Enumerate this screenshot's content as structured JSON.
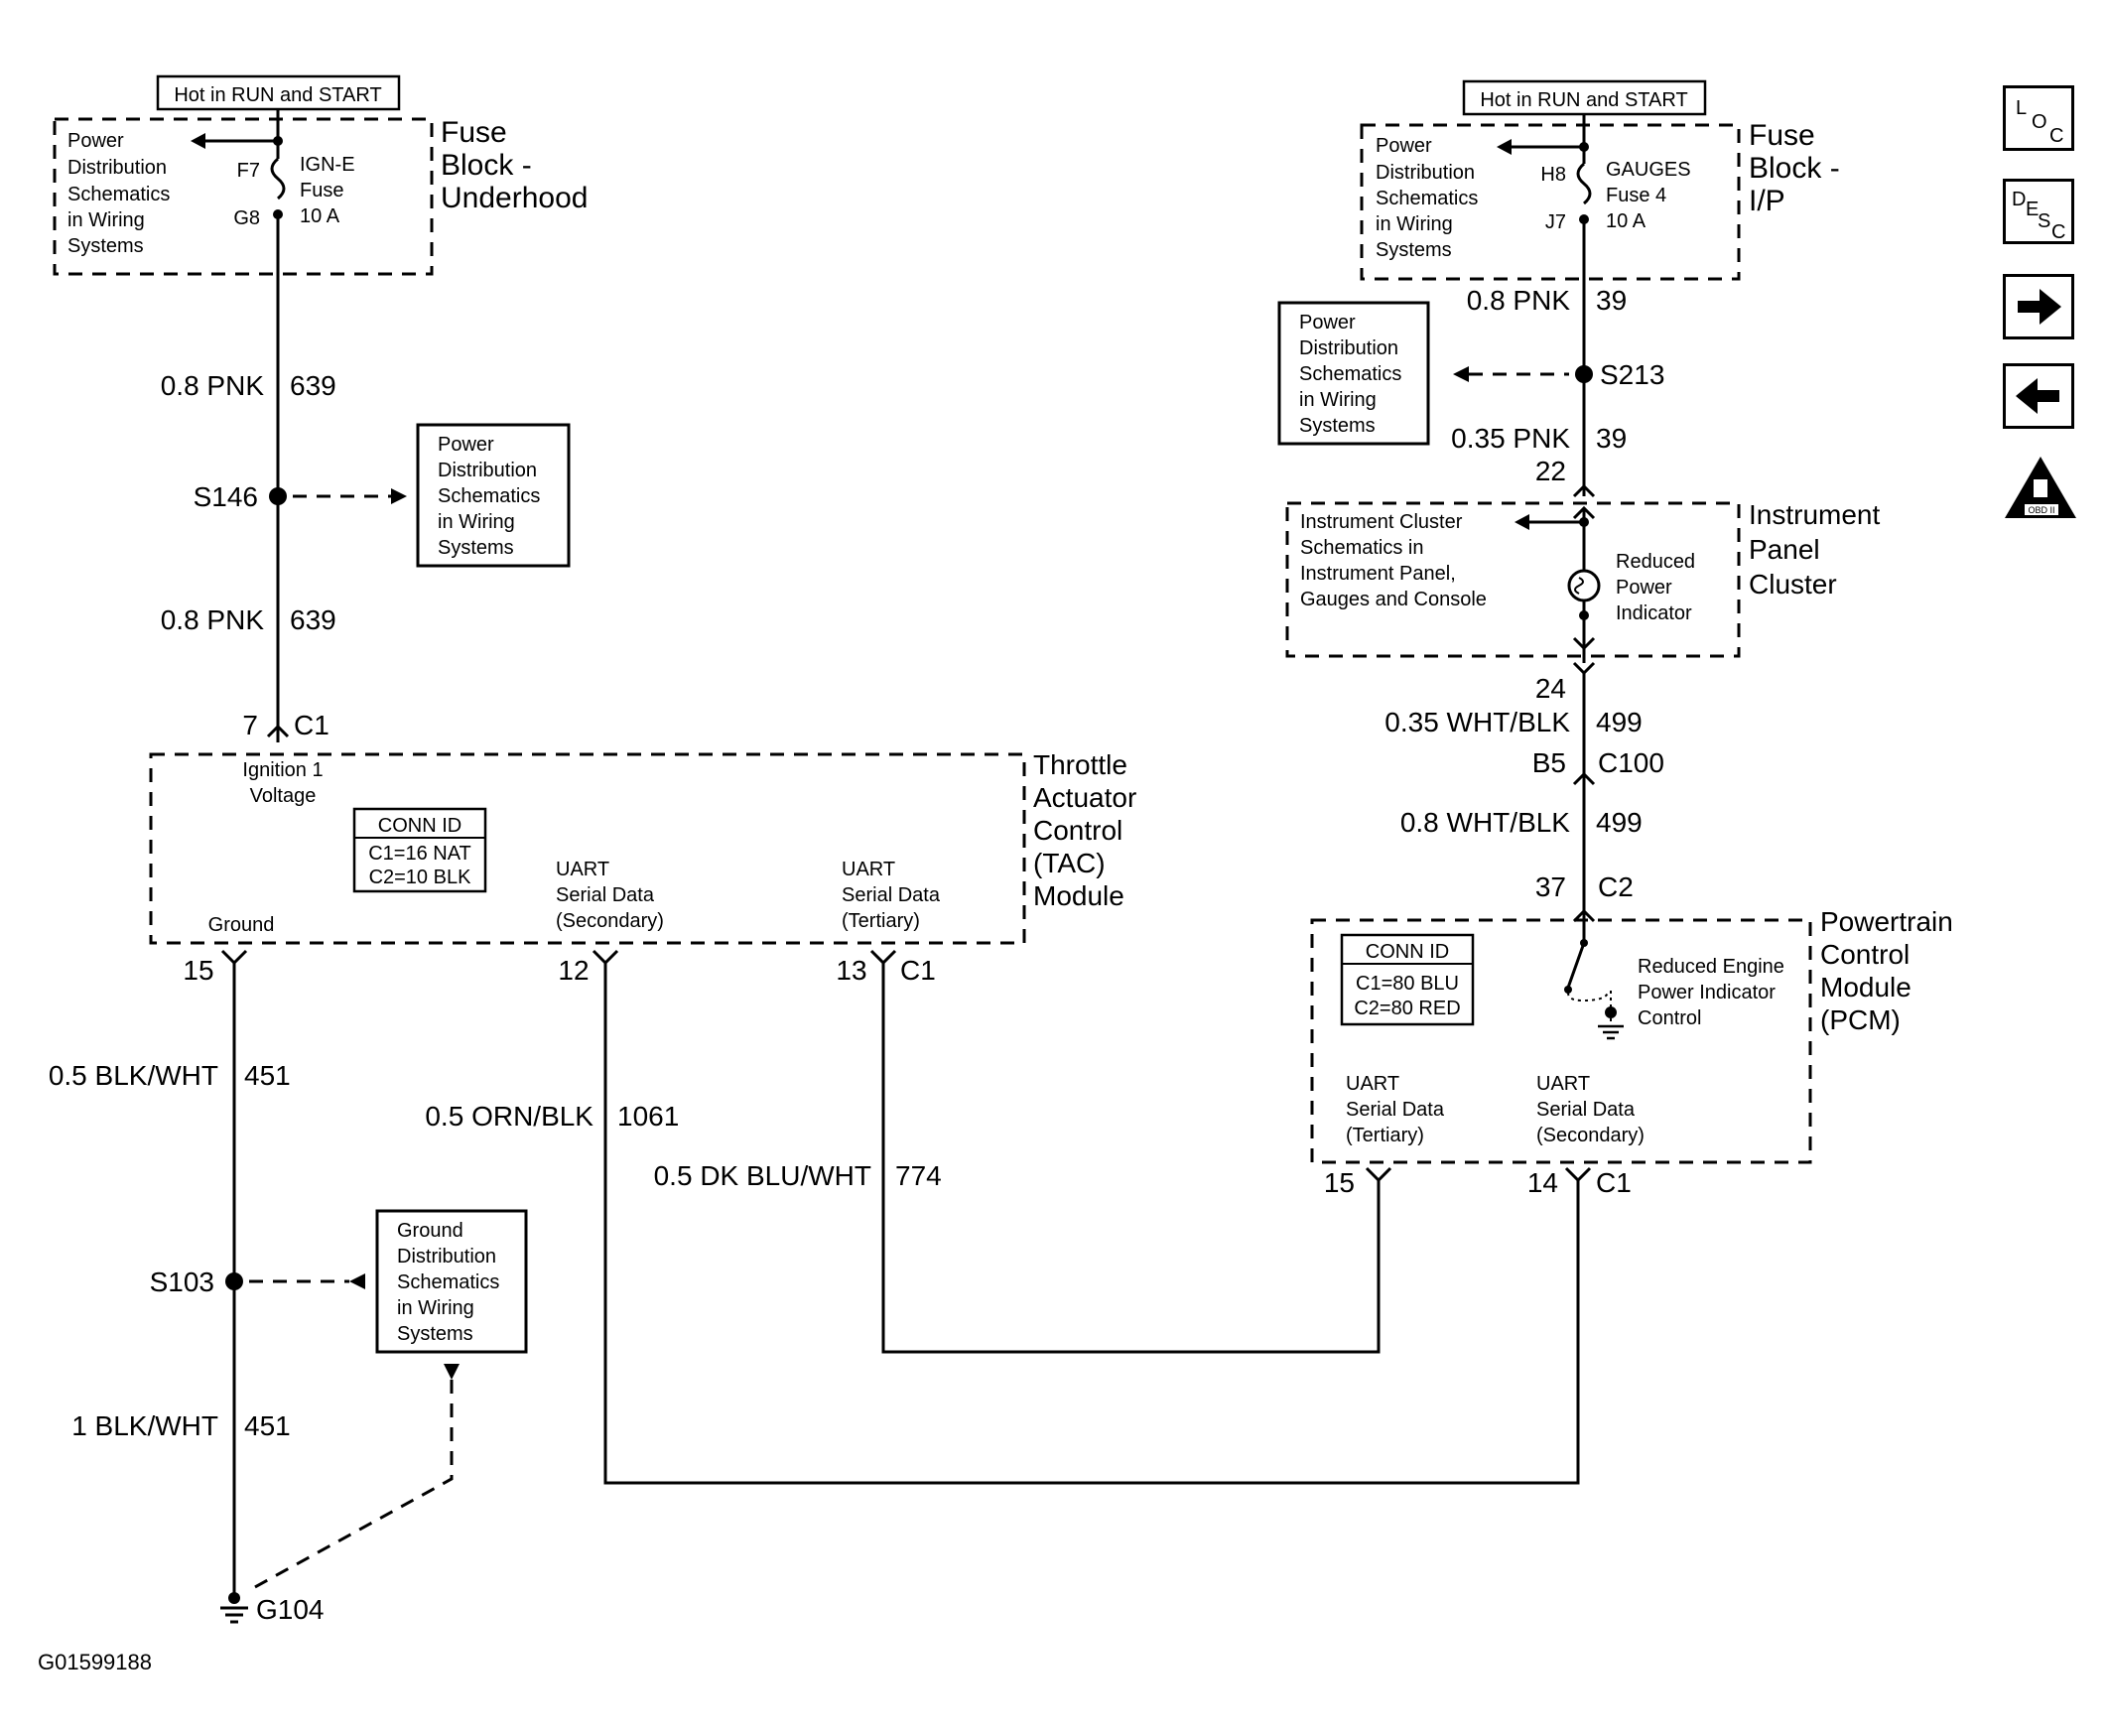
{
  "fuse_block_underhood": {
    "hot_label": "Hot in RUN and START",
    "power_ref": [
      "Power",
      "Distribution",
      "Schematics",
      "in Wiring",
      "Systems"
    ],
    "pin_in": "F7",
    "pin_out": "G8",
    "fuse_label": [
      "IGN-E",
      "Fuse",
      "10 A"
    ],
    "title": [
      "Fuse",
      "Block -",
      "Underhood"
    ]
  },
  "tac_side": {
    "wire_639a": {
      "gauge": "0.8 PNK",
      "circuit": "639"
    },
    "splice_s146": "S146",
    "power_ref_box": [
      "Power",
      "Distribution",
      "Schematics",
      "in Wiring",
      "Systems"
    ],
    "wire_639b": {
      "gauge": "0.8 PNK",
      "circuit": "639"
    },
    "conn_top": {
      "pin": "7",
      "conn": "C1"
    }
  },
  "tac_module": {
    "title": [
      "Throttle",
      "Actuator",
      "Control",
      "(TAC)",
      "Module"
    ],
    "ignition_label": [
      "Ignition 1",
      "Voltage"
    ],
    "conn_id": {
      "header": "CONN ID",
      "c1": "C1=16 NAT",
      "c2": "C2=10 BLK"
    },
    "ground_label": "Ground",
    "uart_secondary": [
      "UART",
      "Serial Data",
      "(Secondary)"
    ],
    "uart_tertiary": [
      "UART",
      "Serial Data",
      "(Tertiary)"
    ],
    "pin_ground": "15",
    "pin_secondary": "12",
    "pin_tertiary": "13",
    "conn_bottom": "C1"
  },
  "ground_side": {
    "wire_451a": {
      "gauge": "0.5 BLK/WHT",
      "circuit": "451"
    },
    "splice_s103": "S103",
    "ground_ref_box": [
      "Ground",
      "Distribution",
      "Schematics",
      "in Wiring",
      "Systems"
    ],
    "wire_451b": {
      "gauge": "1 BLK/WHT",
      "circuit": "451"
    },
    "ground_g104": "G104"
  },
  "data_wires": {
    "wire_1061": {
      "gauge": "0.5 ORN/BLK",
      "circuit": "1061"
    },
    "wire_774": {
      "gauge": "0.5 DK BLU/WHT",
      "circuit": "774"
    }
  },
  "fuse_block_ip": {
    "hot_label": "Hot in RUN and START",
    "power_ref": [
      "Power",
      "Distribution",
      "Schematics",
      "in Wiring",
      "Systems"
    ],
    "pin_in": "H8",
    "pin_out": "J7",
    "fuse_label": [
      "GAUGES",
      "Fuse 4",
      "10 A"
    ],
    "title": [
      "Fuse",
      "Block -",
      "I/P"
    ]
  },
  "ip_side": {
    "wire_39a": {
      "gauge": "0.8 PNK",
      "circuit": "39"
    },
    "splice_s213": "S213",
    "power_ref_box": [
      "Power",
      "Distribution",
      "Schematics",
      "in Wiring",
      "Systems"
    ],
    "wire_39b": {
      "gauge": "0.35 PNK",
      "circuit": "39"
    },
    "pin_22": "22"
  },
  "cluster": {
    "title": [
      "Instrument",
      "Panel",
      "Cluster"
    ],
    "ref": [
      "Instrument Cluster",
      "Schematics in",
      "Instrument Panel,",
      "Gauges and Console"
    ],
    "indicator": [
      "Reduced",
      "Power",
      "Indicator"
    ],
    "pin_24": "24"
  },
  "pcm_side": {
    "wire_499a": {
      "gauge": "0.35 WHT/BLK",
      "circuit": "499"
    },
    "conn_c100": {
      "pin": "B5",
      "conn": "C100"
    },
    "wire_499b": {
      "gauge": "0.8 WHT/BLK",
      "circuit": "499"
    },
    "conn_c2": {
      "pin": "37",
      "conn": "C2"
    }
  },
  "pcm": {
    "title": [
      "Powertrain",
      "Control",
      "Module",
      "(PCM)"
    ],
    "conn_id": {
      "header": "CONN ID",
      "c1": "C1=80 BLU",
      "c2": "C2=80 RED"
    },
    "control_label": [
      "Reduced Engine",
      "Power Indicator",
      "Control"
    ],
    "uart_tertiary": [
      "UART",
      "Serial Data",
      "(Tertiary)"
    ],
    "uart_secondary": [
      "UART",
      "Serial Data",
      "(Secondary)"
    ],
    "pin_tertiary": "15",
    "pin_secondary": "14",
    "conn_bottom": "C1"
  },
  "figure_id": "G01599188",
  "nav": {
    "loc": [
      "L",
      "O",
      "C"
    ],
    "desc": [
      "D",
      "E",
      "S",
      "C"
    ],
    "obd": "OBD II"
  }
}
